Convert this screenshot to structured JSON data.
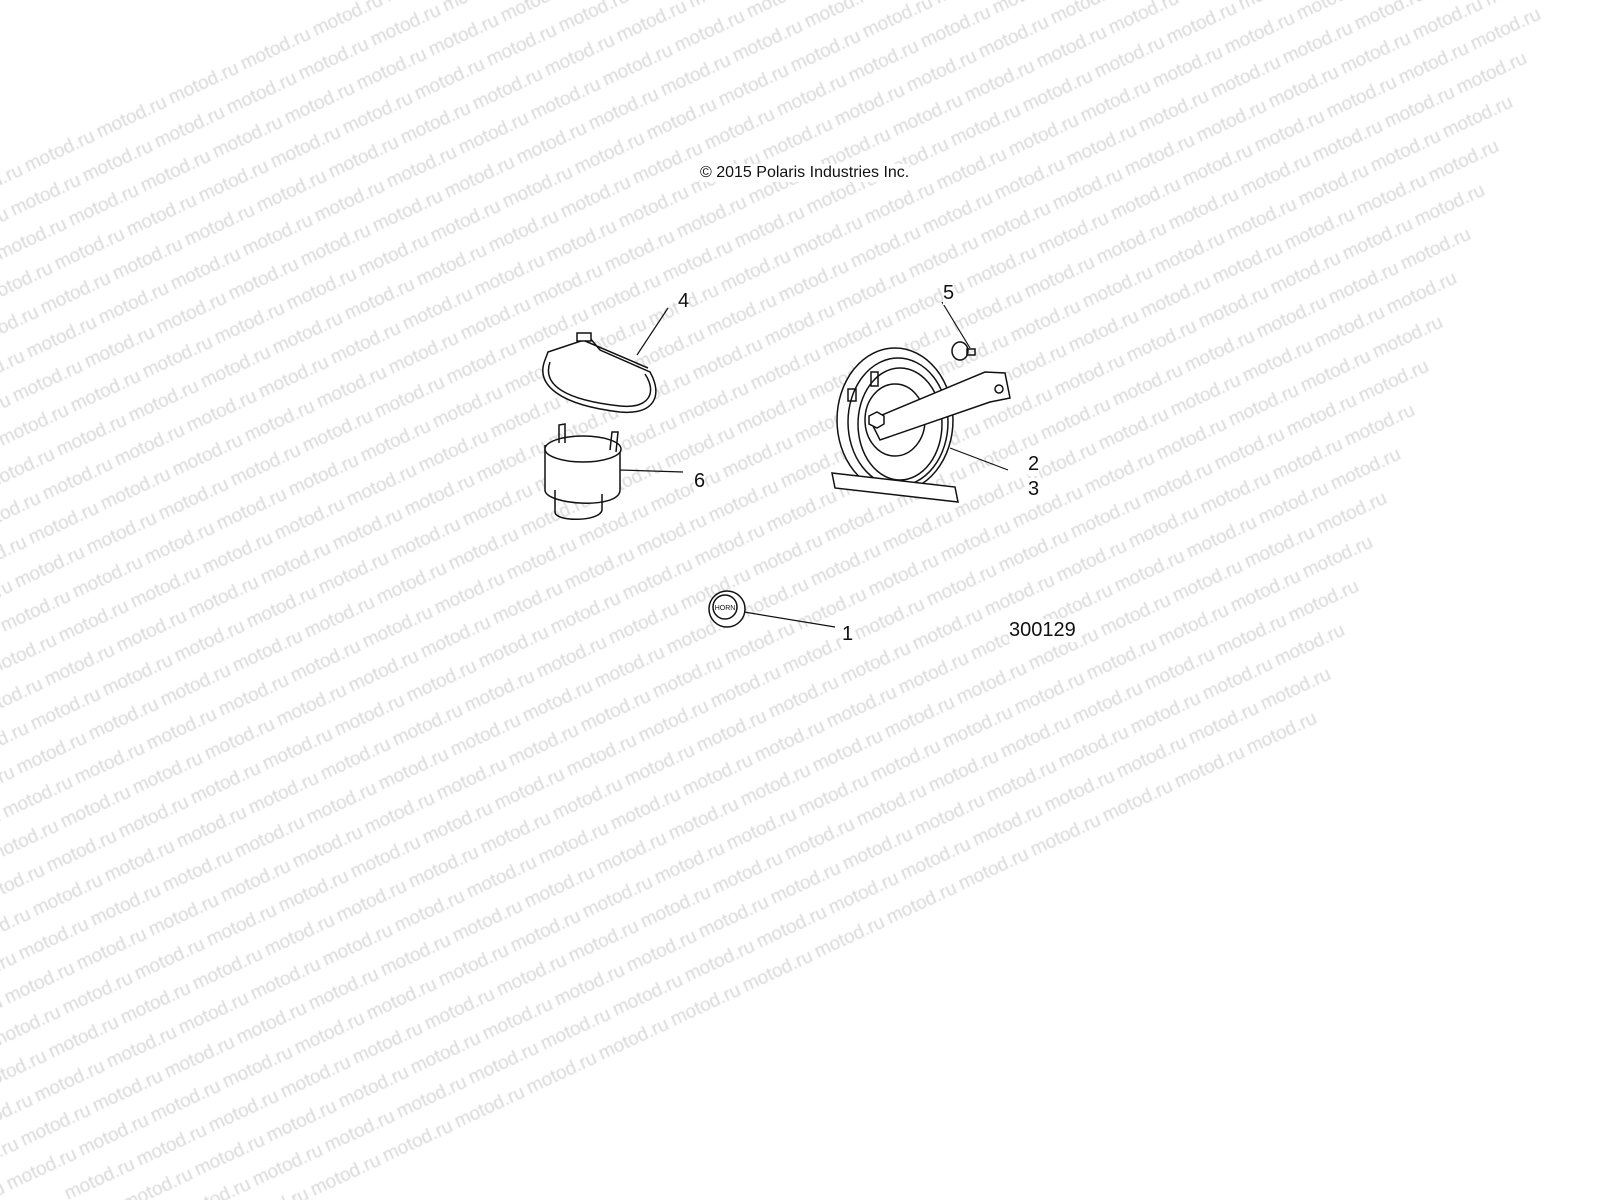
{
  "watermark": {
    "text": "motod.ru",
    "color": "#d9d9d9"
  },
  "copyright": "© 2015 Polaris Industries Inc.",
  "figure_number": "300129",
  "callouts": [
    {
      "label": "1",
      "part": "horn-button"
    },
    {
      "label": "2",
      "part": "horn"
    },
    {
      "label": "3",
      "part": "horn"
    },
    {
      "label": "4",
      "part": "strap"
    },
    {
      "label": "5",
      "part": "screw"
    },
    {
      "label": "6",
      "part": "horn-switch"
    }
  ],
  "horn_button_text": "HORN"
}
